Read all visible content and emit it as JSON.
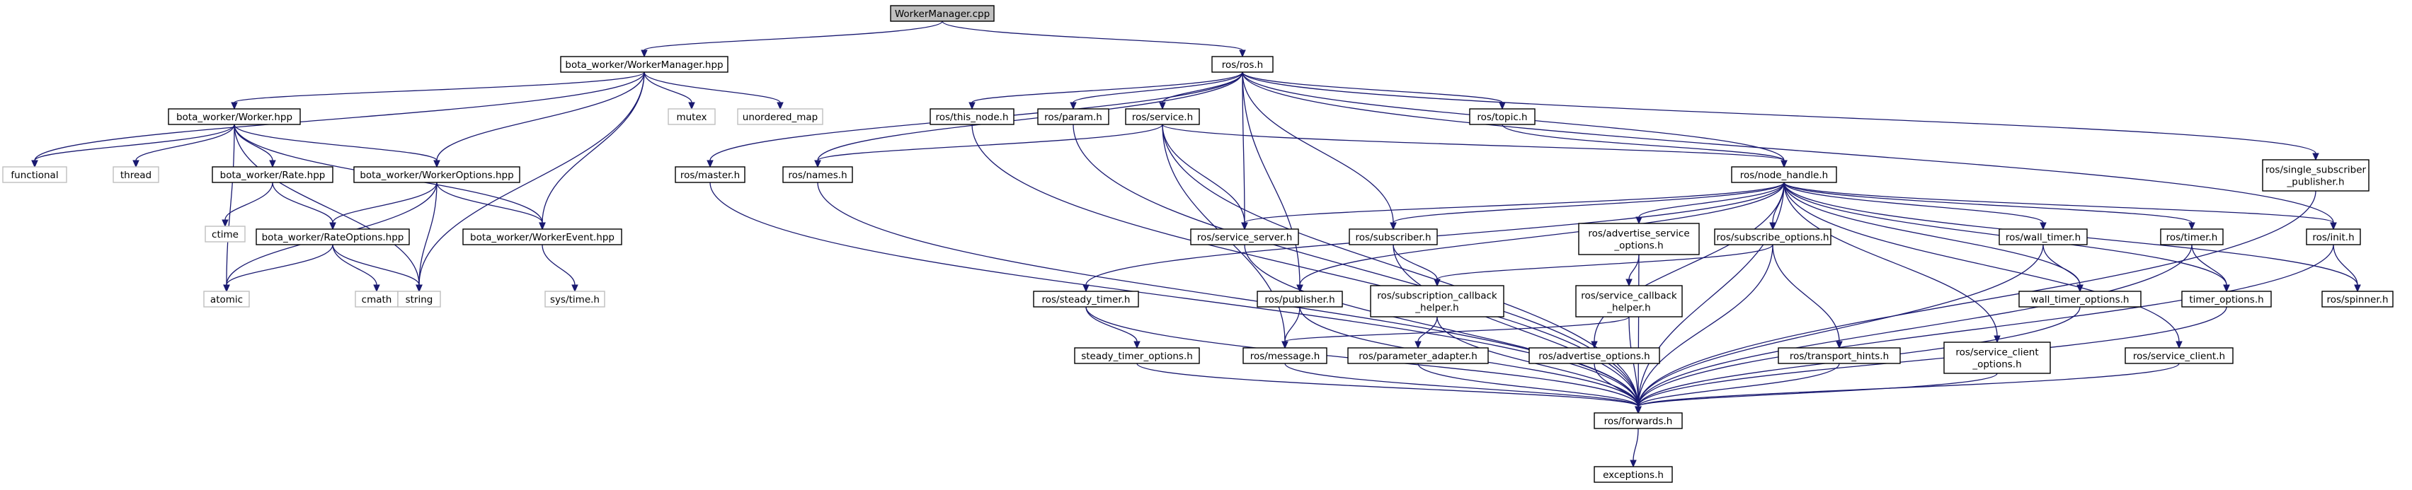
{
  "diagram": {
    "root": "WorkerManager.cpp",
    "nodes": {
      "root": "WorkerManager.cpp",
      "wm_hpp": "bota_worker/WorkerManager.hpp",
      "ros_h": "ros/ros.h",
      "worker_hpp": "bota_worker/Worker.hpp",
      "functional": "functional",
      "thread": "thread",
      "mutex": "mutex",
      "unordered_map": "unordered_map",
      "rate_hpp": "bota_worker/Rate.hpp",
      "ctime": "ctime",
      "workeroptions_hpp": "bota_worker/WorkerOptions.hpp",
      "rateoptions_hpp": "bota_worker/RateOptions.hpp",
      "workerevent_hpp": "bota_worker/WorkerEvent.hpp",
      "atomic": "atomic",
      "cmath": "cmath",
      "string": "string",
      "systime": "sys/time.h",
      "this_node": "ros/this_node.h",
      "param": "ros/param.h",
      "service": "ros/service.h",
      "topic": "ros/topic.h",
      "master": "ros/master.h",
      "names": "ros/names.h",
      "node_handle": "ros/node_handle.h",
      "single_sub_pub": "ros/single_subscriber\n_publisher.h",
      "service_server": "ros/service_server.h",
      "subscriber": "ros/subscriber.h",
      "advertise_service_options": "ros/advertise_service\n_options.h",
      "subscribe_options": "ros/subscribe_options.h",
      "wall_timer": "ros/wall_timer.h",
      "timer": "ros/timer.h",
      "init": "ros/init.h",
      "steady_timer": "ros/steady_timer.h",
      "publisher": "ros/publisher.h",
      "sub_cb_helper": "ros/subscription_callback\n_helper.h",
      "service_cb_helper": "ros/service_callback\n_helper.h",
      "wall_timer_options": "wall_timer_options.h",
      "timer_options": "timer_options.h",
      "spinner": "ros/spinner.h",
      "steady_timer_options": "steady_timer_options.h",
      "message": "ros/message.h",
      "parameter_adapter": "ros/parameter_adapter.h",
      "advertise_options": "ros/advertise_options.h",
      "transport_hints": "ros/transport_hints.h",
      "service_client_options": "ros/service_client\n_options.h",
      "service_client": "ros/service_client.h",
      "forwards": "ros/forwards.h",
      "exceptions": "exceptions.h"
    },
    "system_headers": [
      "functional",
      "thread",
      "mutex",
      "unordered_map",
      "ctime",
      "atomic",
      "cmath",
      "string",
      "systime"
    ],
    "edges": [
      [
        "root",
        "wm_hpp"
      ],
      [
        "root",
        "ros_h"
      ],
      [
        "wm_hpp",
        "worker_hpp"
      ],
      [
        "wm_hpp",
        "functional"
      ],
      [
        "wm_hpp",
        "mutex"
      ],
      [
        "wm_hpp",
        "unordered_map"
      ],
      [
        "wm_hpp",
        "workeroptions_hpp"
      ],
      [
        "wm_hpp",
        "workerevent_hpp"
      ],
      [
        "wm_hpp",
        "string"
      ],
      [
        "worker_hpp",
        "functional"
      ],
      [
        "worker_hpp",
        "thread"
      ],
      [
        "worker_hpp",
        "rate_hpp"
      ],
      [
        "worker_hpp",
        "workeroptions_hpp"
      ],
      [
        "worker_hpp",
        "atomic"
      ],
      [
        "worker_hpp",
        "string"
      ],
      [
        "worker_hpp",
        "workerevent_hpp"
      ],
      [
        "rate_hpp",
        "ctime"
      ],
      [
        "rate_hpp",
        "rateoptions_hpp"
      ],
      [
        "workeroptions_hpp",
        "rateoptions_hpp"
      ],
      [
        "workeroptions_hpp",
        "workerevent_hpp"
      ],
      [
        "workeroptions_hpp",
        "atomic"
      ],
      [
        "workeroptions_hpp",
        "string"
      ],
      [
        "rateoptions_hpp",
        "atomic"
      ],
      [
        "rateoptions_hpp",
        "cmath"
      ],
      [
        "rateoptions_hpp",
        "string"
      ],
      [
        "workerevent_hpp",
        "systime"
      ],
      [
        "ros_h",
        "this_node"
      ],
      [
        "ros_h",
        "param"
      ],
      [
        "ros_h",
        "service"
      ],
      [
        "ros_h",
        "topic"
      ],
      [
        "ros_h",
        "master"
      ],
      [
        "ros_h",
        "names"
      ],
      [
        "ros_h",
        "node_handle"
      ],
      [
        "ros_h",
        "single_sub_pub"
      ],
      [
        "ros_h",
        "service_server"
      ],
      [
        "ros_h",
        "subscriber"
      ],
      [
        "ros_h",
        "publisher"
      ],
      [
        "ros_h",
        "init"
      ],
      [
        "this_node",
        "forwards"
      ],
      [
        "param",
        "forwards"
      ],
      [
        "service",
        "names"
      ],
      [
        "service",
        "node_handle"
      ],
      [
        "service",
        "service_server"
      ],
      [
        "service",
        "message"
      ],
      [
        "service",
        "forwards"
      ],
      [
        "topic",
        "node_handle"
      ],
      [
        "master",
        "forwards"
      ],
      [
        "names",
        "forwards"
      ],
      [
        "single_sub_pub",
        "forwards"
      ],
      [
        "node_handle",
        "service_server"
      ],
      [
        "node_handle",
        "subscriber"
      ],
      [
        "node_handle",
        "advertise_service_options"
      ],
      [
        "node_handle",
        "subscribe_options"
      ],
      [
        "node_handle",
        "wall_timer"
      ],
      [
        "node_handle",
        "timer"
      ],
      [
        "node_handle",
        "init"
      ],
      [
        "node_handle",
        "steady_timer"
      ],
      [
        "node_handle",
        "publisher"
      ],
      [
        "node_handle",
        "advertise_options"
      ],
      [
        "node_handle",
        "service_client_options"
      ],
      [
        "node_handle",
        "service_client"
      ],
      [
        "node_handle",
        "wall_timer_options"
      ],
      [
        "node_handle",
        "timer_options"
      ],
      [
        "node_handle",
        "spinner"
      ],
      [
        "node_handle",
        "forwards"
      ],
      [
        "service_server",
        "forwards"
      ],
      [
        "subscriber",
        "sub_cb_helper"
      ],
      [
        "subscriber",
        "forwards"
      ],
      [
        "advertise_service_options",
        "service_cb_helper"
      ],
      [
        "advertise_service_options",
        "forwards"
      ],
      [
        "subscribe_options",
        "sub_cb_helper"
      ],
      [
        "subscribe_options",
        "transport_hints"
      ],
      [
        "subscribe_options",
        "forwards"
      ],
      [
        "wall_timer",
        "wall_timer_options"
      ],
      [
        "wall_timer",
        "forwards"
      ],
      [
        "timer",
        "timer_options"
      ],
      [
        "timer",
        "forwards"
      ],
      [
        "init",
        "spinner"
      ],
      [
        "init",
        "forwards"
      ],
      [
        "steady_timer",
        "steady_timer_options"
      ],
      [
        "steady_timer",
        "forwards"
      ],
      [
        "publisher",
        "message"
      ],
      [
        "publisher",
        "forwards"
      ],
      [
        "sub_cb_helper",
        "parameter_adapter"
      ],
      [
        "sub_cb_helper",
        "forwards"
      ],
      [
        "service_cb_helper",
        "message"
      ],
      [
        "service_cb_helper",
        "forwards"
      ],
      [
        "wall_timer_options",
        "forwards"
      ],
      [
        "timer_options",
        "forwards"
      ],
      [
        "steady_timer_options",
        "forwards"
      ],
      [
        "message",
        "forwards"
      ],
      [
        "parameter_adapter",
        "forwards"
      ],
      [
        "advertise_options",
        "forwards"
      ],
      [
        "transport_hints",
        "forwards"
      ],
      [
        "service_client_options",
        "forwards"
      ],
      [
        "service_client",
        "forwards"
      ],
      [
        "forwards",
        "exceptions"
      ]
    ]
  }
}
